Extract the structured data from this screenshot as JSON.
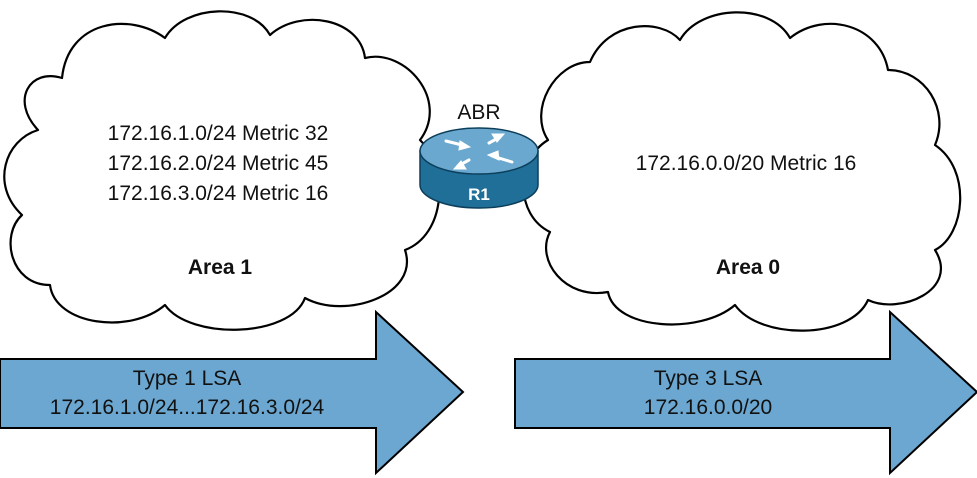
{
  "colors": {
    "arrow_fill": "#6ba7d0",
    "cloud_fill": "#ffffff",
    "outline": "#000000",
    "router_body": "#1f6f99",
    "router_top": "#6aa8cf"
  },
  "area1": {
    "routes": [
      "172.16.1.0/24 Metric 32",
      "172.16.2.0/24 Metric 45",
      "172.16.3.0/24 Metric 16"
    ],
    "label": "Area 1"
  },
  "area0": {
    "routes": [
      "172.16.0.0/20 Metric 16"
    ],
    "label": "Area 0"
  },
  "router": {
    "role_label": "ABR",
    "name": "R1",
    "icon": "router-icon"
  },
  "arrows": [
    {
      "line1": "Type 1 LSA",
      "line2": "172.16.1.0/24...172.16.3.0/24"
    },
    {
      "line1": "Type 3 LSA",
      "line2": "172.16.0.0/20"
    }
  ]
}
